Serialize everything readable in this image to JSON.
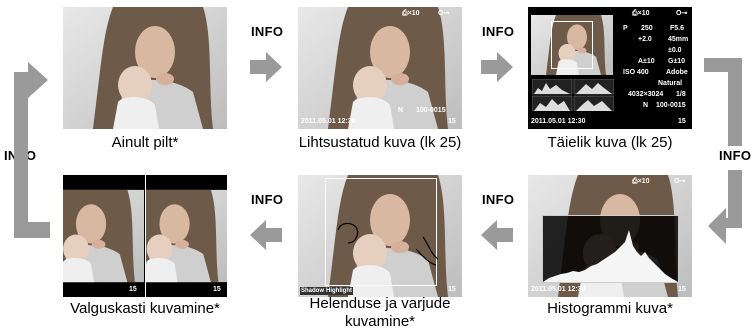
{
  "keys": {
    "info": "INFO"
  },
  "captions": {
    "image_only": "Ainult pilt*",
    "simplified": "Lihtsustatud kuva (lk 25)",
    "overall": "Täielik kuva (lk 25)",
    "lightbox": "Valguskasti kuvamine*",
    "highlight_shadow": "Helenduse ja varjude kuvamine*",
    "histogram": "Histogrammi kuva*"
  },
  "overlay": {
    "print_count": "⎙×10",
    "protect": "O⊸",
    "datetime": "2011.05.01 12:30",
    "file_number": "100-0015",
    "frame_number": "15",
    "quality_badge": "N",
    "overall": {
      "mode": "P",
      "shutter": "250",
      "aperture": "F5.6",
      "exp_comp": "+2.0",
      "focal": "45mm",
      "flash_comp": "±0.0",
      "wb_amber": "A±10",
      "wb_green": "G±10",
      "iso": "ISO 400",
      "color_space": "Adobe",
      "picture_mode": "Natural",
      "resolution": "4032×3024",
      "compression": "1/8"
    },
    "shadow_label": "Shadow",
    "highlight_label": "Highlight"
  }
}
